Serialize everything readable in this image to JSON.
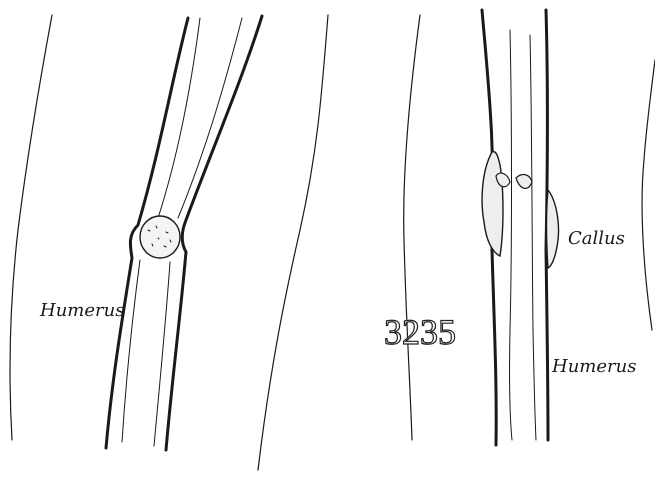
{
  "figure": {
    "labels": {
      "left_humerus": "Humerus",
      "callus": "Callus",
      "right_humerus": "Humerus"
    },
    "specimen_number": "3235"
  },
  "colors": {
    "ink": "#1a1a1a",
    "background": "#ffffff"
  }
}
